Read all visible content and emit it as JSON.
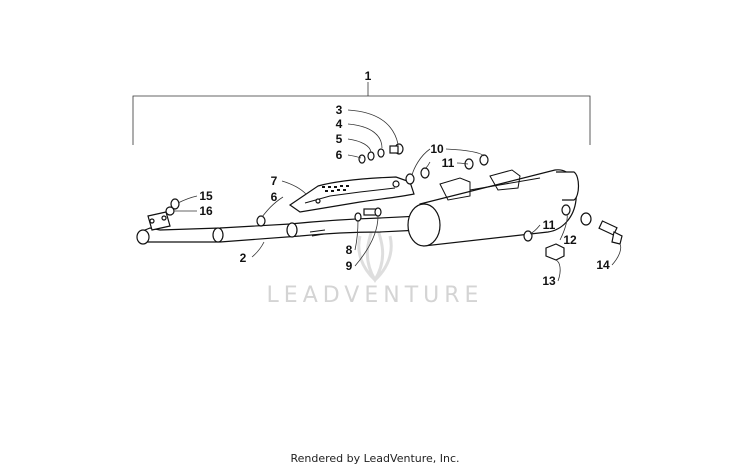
{
  "callouts": [
    {
      "id": "1",
      "label": "1"
    },
    {
      "id": "3",
      "label": "3"
    },
    {
      "id": "4",
      "label": "4"
    },
    {
      "id": "5",
      "label": "5"
    },
    {
      "id": "6a",
      "label": "6"
    },
    {
      "id": "10",
      "label": "10"
    },
    {
      "id": "11a",
      "label": "11"
    },
    {
      "id": "7",
      "label": "7"
    },
    {
      "id": "6b",
      "label": "6"
    },
    {
      "id": "15",
      "label": "15"
    },
    {
      "id": "16",
      "label": "16"
    },
    {
      "id": "2",
      "label": "2"
    },
    {
      "id": "8",
      "label": "8"
    },
    {
      "id": "9",
      "label": "9"
    },
    {
      "id": "11b",
      "label": "11"
    },
    {
      "id": "12",
      "label": "12"
    },
    {
      "id": "13",
      "label": "13"
    },
    {
      "id": "14",
      "label": "14"
    }
  ],
  "watermark": "LEADVENTURE",
  "footer": "Rendered by LeadVenture, Inc."
}
